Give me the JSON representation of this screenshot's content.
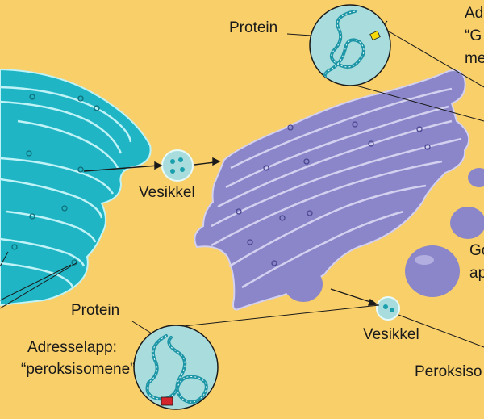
{
  "labels": {
    "protein_top": "Protein",
    "address_top_l1": "Ad",
    "address_top_l2": "“G",
    "address_top_l3": "me",
    "vesicle_left": "Vesikkel",
    "golgi_l1": "Go",
    "golgi_l2": "ap",
    "protein_bottom": "Protein",
    "address_bottom_l1": "Adresselapp:",
    "address_bottom_l2": "“peroksisomene”",
    "vesicle_bottom": "Vesikkel",
    "peroxisome": "Peroksiso"
  },
  "colors": {
    "background": "#f9cf6a",
    "er_fill": "#1fb5c4",
    "er_dark": "#0f8593",
    "golgi_fill": "#8a86c9",
    "golgi_dark": "#5b5599",
    "vesicle_fill": "#a9dcdc",
    "tag_yellow": "#f5d90a",
    "tag_red": "#d6262d"
  }
}
